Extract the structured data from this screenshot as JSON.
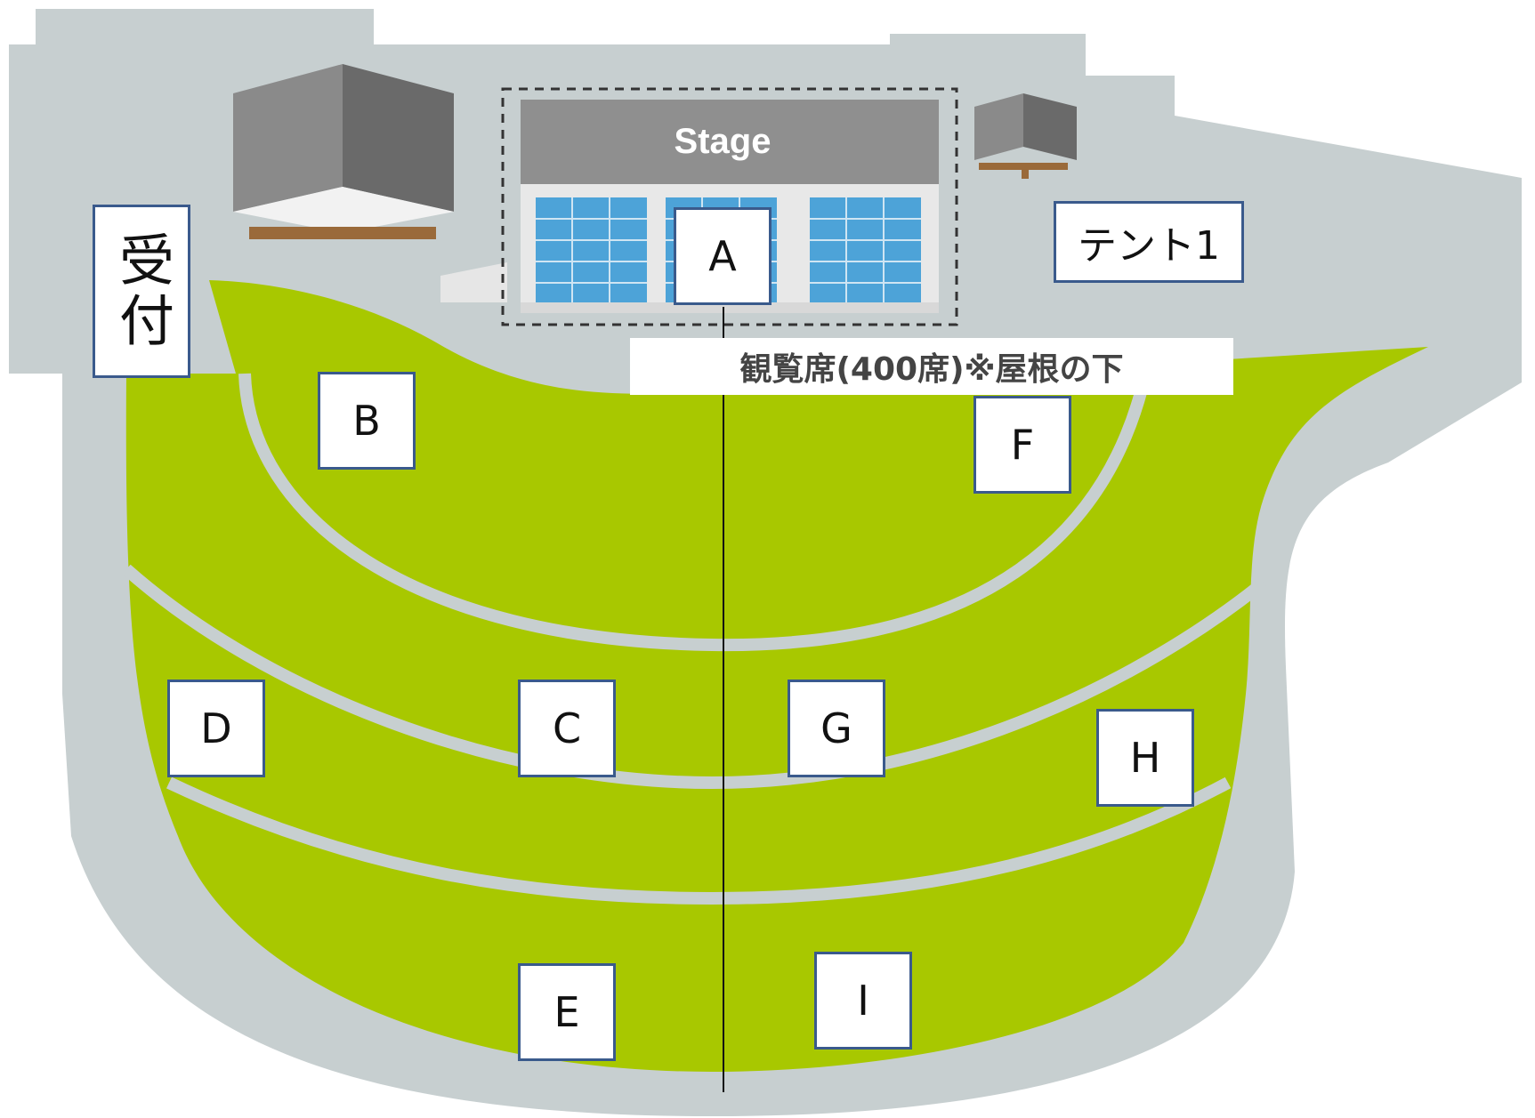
{
  "stage": {
    "label": "Stage"
  },
  "reception": {
    "label": "受付"
  },
  "tent": {
    "label": "テント1"
  },
  "seating": {
    "caption": "観覧席(400席)※屋根の下"
  },
  "zones": [
    {
      "id": "A",
      "label": "A"
    },
    {
      "id": "B",
      "label": "B"
    },
    {
      "id": "C",
      "label": "C"
    },
    {
      "id": "D",
      "label": "D"
    },
    {
      "id": "E",
      "label": "E"
    },
    {
      "id": "F",
      "label": "F"
    },
    {
      "id": "G",
      "label": "G"
    },
    {
      "id": "H",
      "label": "H"
    },
    {
      "id": "I",
      "label": "I"
    }
  ],
  "colors": {
    "ground": "#c7cfd0",
    "lawn": "#a8c800",
    "path": "#c7cfd0",
    "box_border": "#3a5a8c",
    "stage_header": "#8f8f8f",
    "glass": "#4da3d8"
  }
}
